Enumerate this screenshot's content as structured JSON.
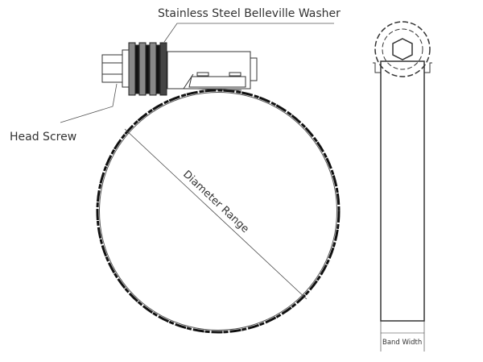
{
  "labels": {
    "washer": "Stainless Steel Belleville Washer",
    "head_screw": "Head Screw",
    "diameter": "Diameter Range",
    "band_width": "Band Width"
  },
  "colors": {
    "line": "#333333",
    "band": "#111111"
  }
}
